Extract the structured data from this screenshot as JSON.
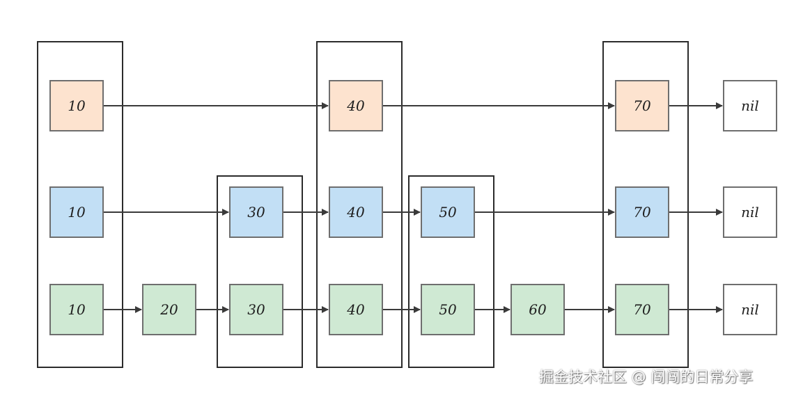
{
  "colors": {
    "level_top": "#fde3cf",
    "level_mid": "#c2dff5",
    "level_bottom": "#cfe9d3",
    "terminal": "#ffffff",
    "stroke": "#3a3a3a"
  },
  "skiplist": {
    "levels": [
      {
        "id": "top",
        "nodes": [
          "10",
          "40",
          "70"
        ],
        "terminal": "nil"
      },
      {
        "id": "middle",
        "nodes": [
          "10",
          "30",
          "40",
          "50",
          "70"
        ],
        "terminal": "nil"
      },
      {
        "id": "bottom",
        "nodes": [
          "10",
          "20",
          "30",
          "40",
          "50",
          "60",
          "70"
        ],
        "terminal": "nil"
      }
    ],
    "towers": [
      "10",
      "30",
      "40",
      "50",
      "70"
    ]
  },
  "watermark": "掘金技术社区 @ 闯闯的日常分享"
}
